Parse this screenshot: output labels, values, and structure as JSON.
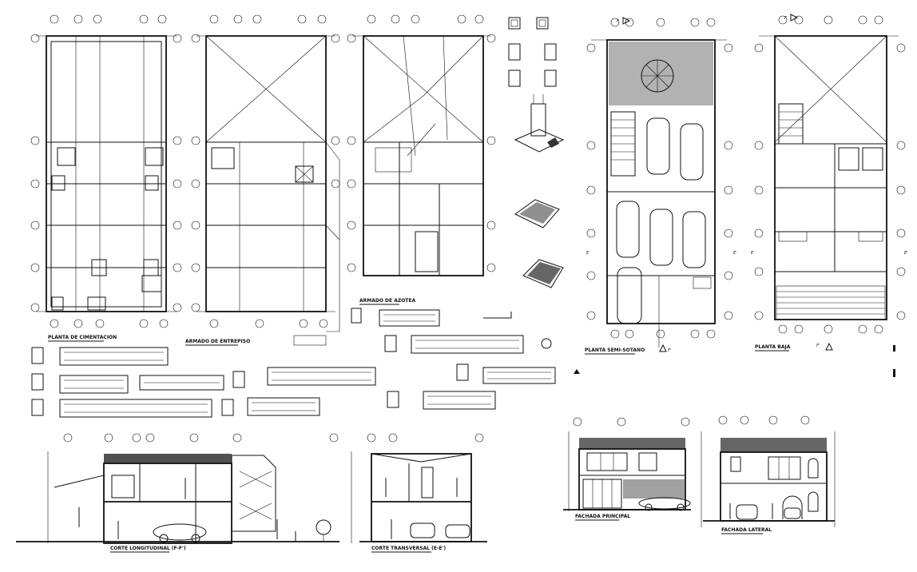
{
  "sheet": {
    "plans": {
      "cimentacion": "PLANTA DE CIMENTACION",
      "entrepiso": "ARMADO DE ENTREPISO",
      "azotea": "ARMADO DE AZOTEA",
      "semisotano": "PLANTA SEMI-SOTANO",
      "baja": "PLANTA BAJA"
    },
    "sections": {
      "longitudinal": "CORTE LONGITUDINAL (F-F')",
      "transversal": "CORTE TRANSVERSAL (E-E')"
    },
    "elevations": {
      "principal": "FACHADA PRINCIPAL",
      "lateral": "FACHADA LATERAL"
    },
    "cut_marks": {
      "e": "E",
      "e_prime": "E'",
      "f": "F",
      "f_prime": "F'"
    }
  }
}
